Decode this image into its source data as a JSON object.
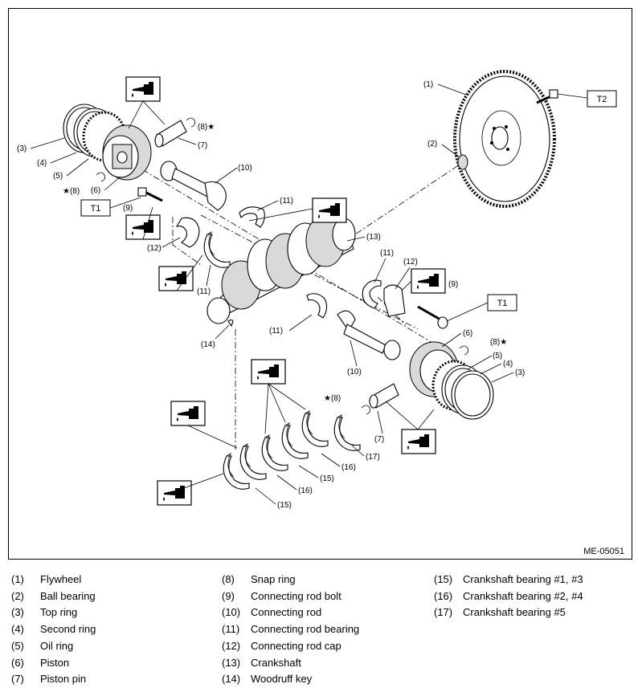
{
  "figure_code": "ME-05051",
  "callouts": {
    "c1": "(1)",
    "c2": "(2)",
    "c3a": "(3)",
    "c3b": "(3)",
    "c4a": "(4)",
    "c4b": "(4)",
    "c5a": "(5)",
    "c5b": "(5)",
    "c6a": "(6)",
    "c6b": "(6)",
    "c7a": "(7)",
    "c7b": "(7)",
    "c8a": "(8)",
    "c8b": "(8)",
    "c8c": "(8)",
    "c8d": "(8)",
    "c9a": "(9)",
    "c9b": "(9)",
    "c10a": "(10)",
    "c10b": "(10)",
    "c11a": "(11)",
    "c11b": "(11)",
    "c11c": "(11)",
    "c11d": "(11)",
    "c12a": "(12)",
    "c12b": "(12)",
    "c13": "(13)",
    "c14": "(14)",
    "c15a": "(15)",
    "c15b": "(15)",
    "c16a": "(16)",
    "c16b": "(16)",
    "c17": "(17)"
  },
  "torque_boxes": {
    "t2": "T2",
    "t1a": "T1",
    "t1b": "T1"
  },
  "star_symbol": "★",
  "legend": [
    [
      {
        "num": "(1)",
        "name": "Flywheel"
      },
      {
        "num": "(2)",
        "name": "Ball bearing"
      },
      {
        "num": "(3)",
        "name": "Top ring"
      },
      {
        "num": "(4)",
        "name": "Second ring"
      },
      {
        "num": "(5)",
        "name": "Oil ring"
      },
      {
        "num": "(6)",
        "name": "Piston"
      },
      {
        "num": "(7)",
        "name": "Piston pin"
      }
    ],
    [
      {
        "num": "(8)",
        "name": "Snap ring"
      },
      {
        "num": "(9)",
        "name": "Connecting rod bolt"
      },
      {
        "num": "(10)",
        "name": "Connecting rod"
      },
      {
        "num": "(11)",
        "name": "Connecting rod bearing"
      },
      {
        "num": "(12)",
        "name": "Connecting rod cap"
      },
      {
        "num": "(13)",
        "name": "Crankshaft"
      },
      {
        "num": "(14)",
        "name": "Woodruff key"
      }
    ],
    [
      {
        "num": "(15)",
        "name": "Crankshaft bearing #1, #3"
      },
      {
        "num": "(16)",
        "name": "Crankshaft bearing #2, #4"
      },
      {
        "num": "(17)",
        "name": "Crankshaft bearing #5"
      }
    ]
  ],
  "icons": [
    "oil-can-icon"
  ]
}
